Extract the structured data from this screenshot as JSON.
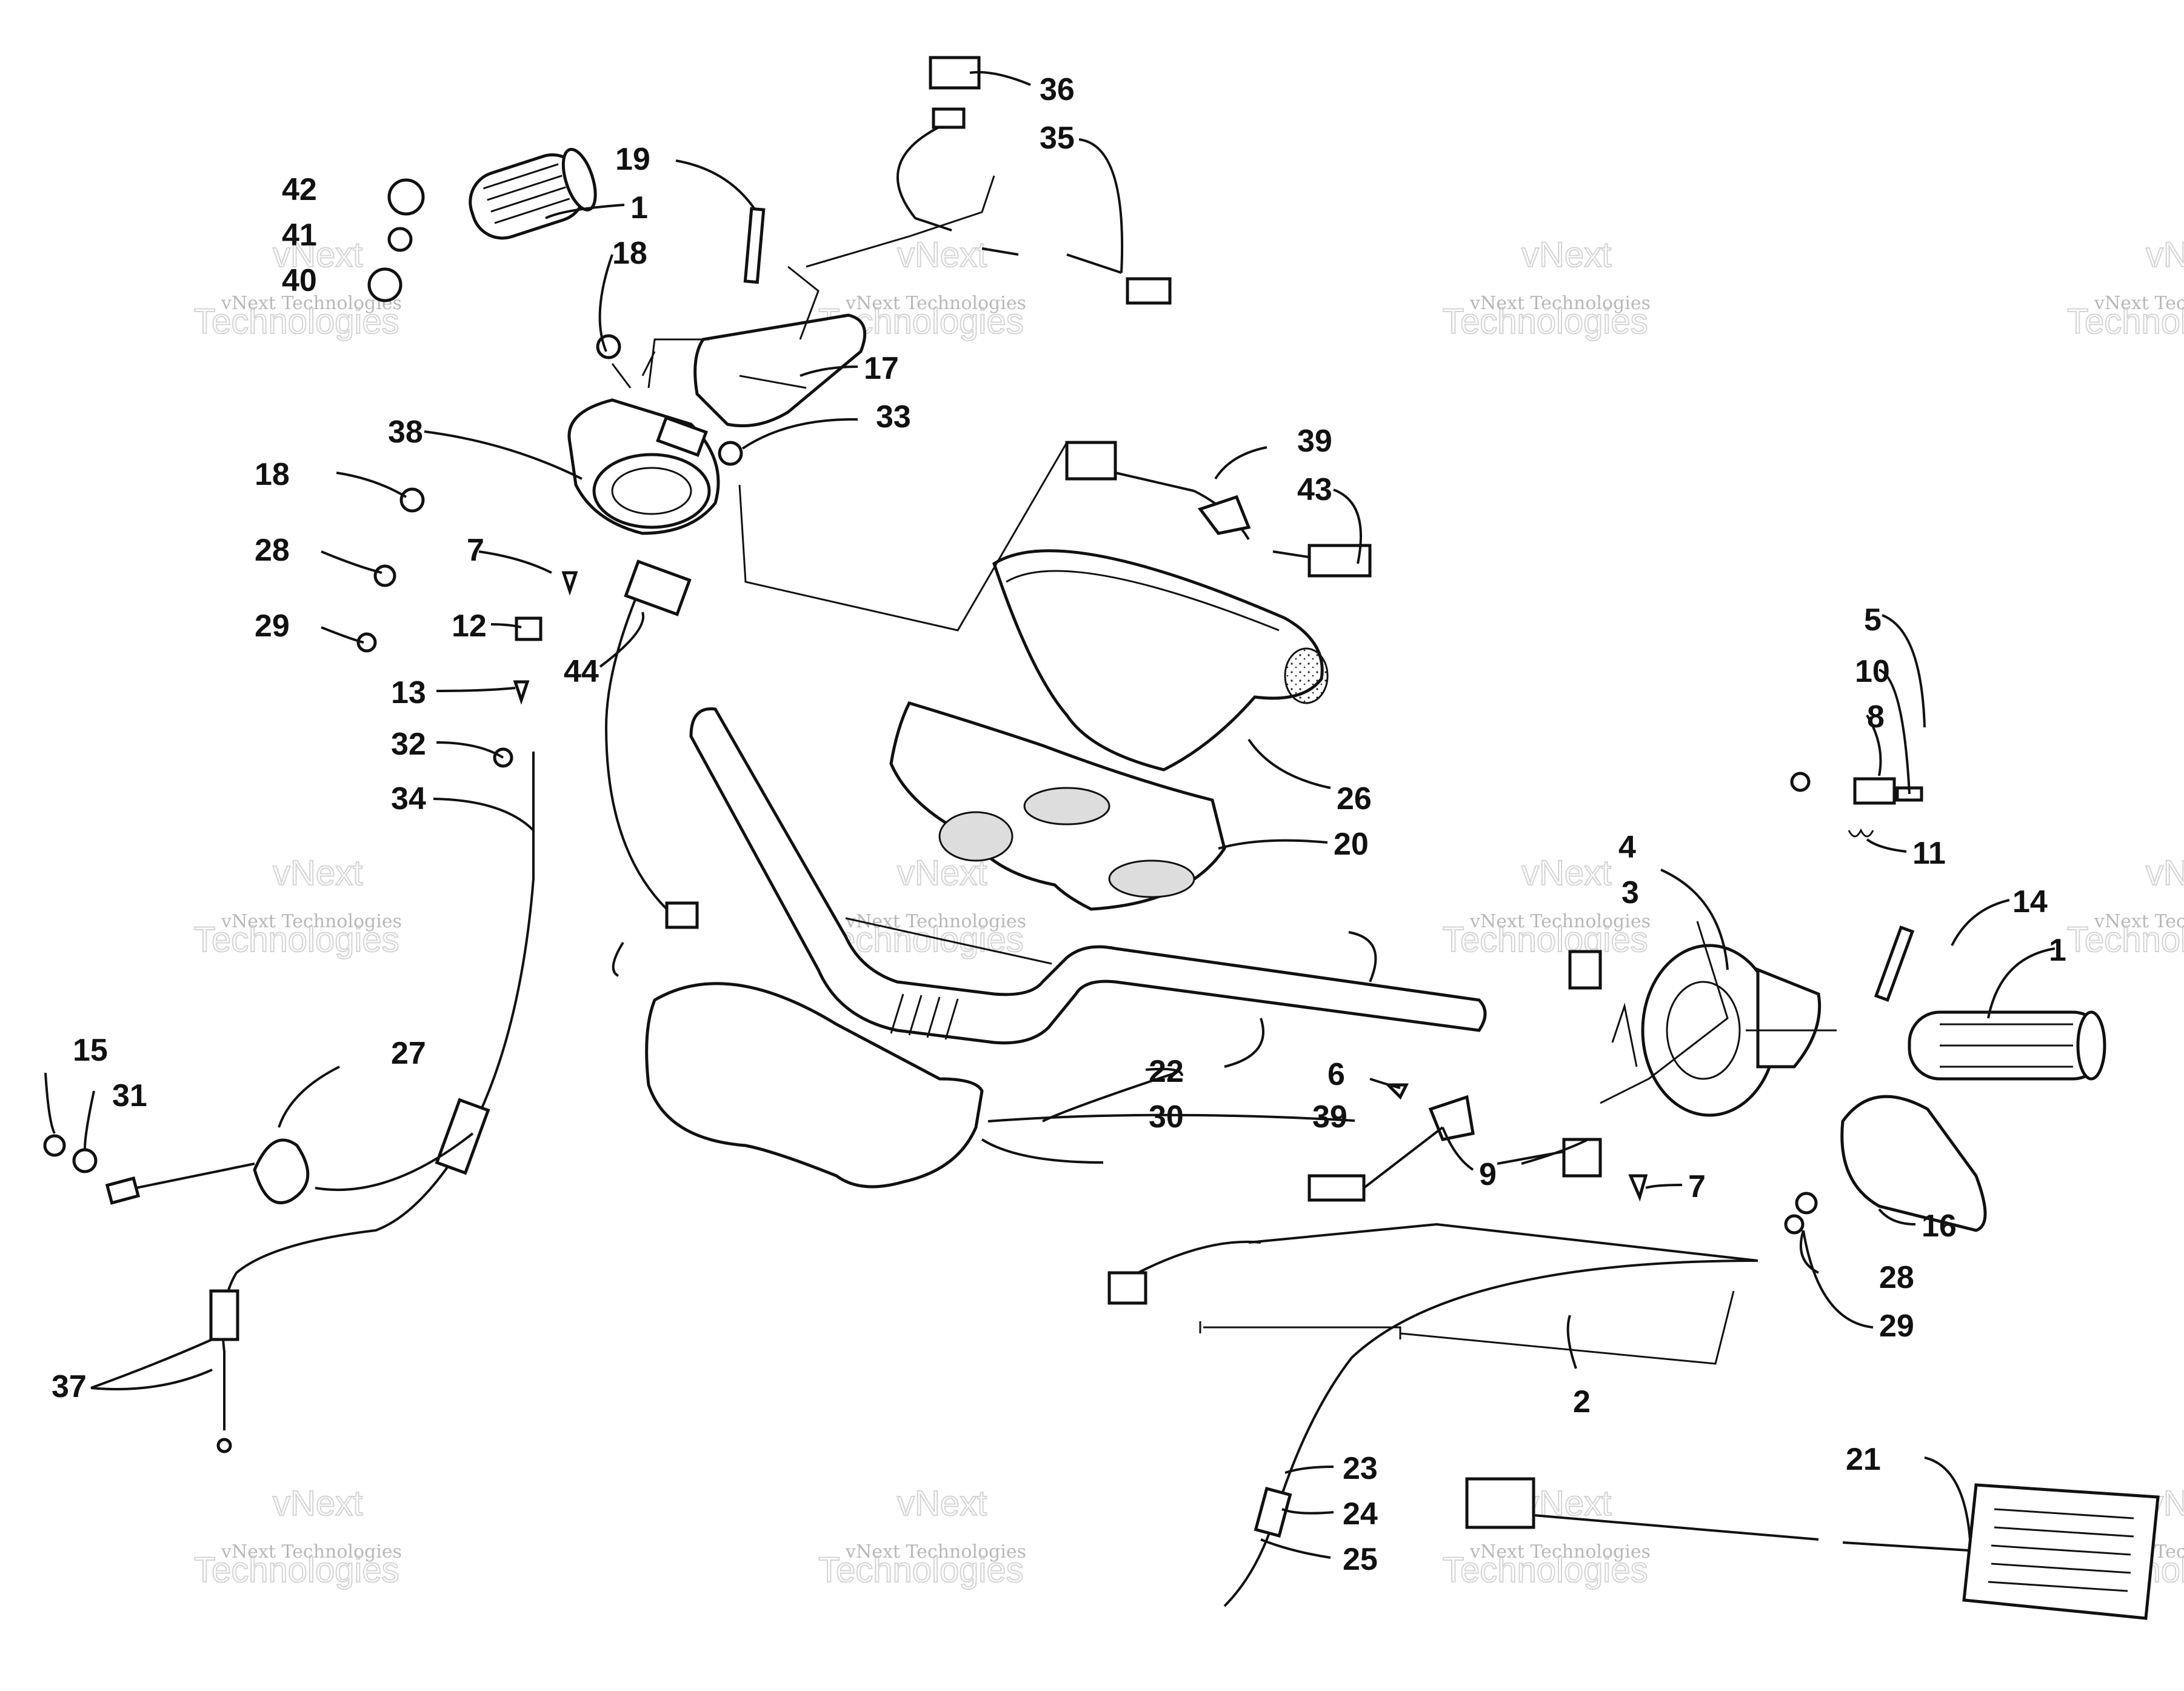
{
  "watermark": {
    "line1": "vNext",
    "line2": "Technologies",
    "full": "vNext Technologies"
  },
  "callouts": [
    "1",
    "1",
    "2",
    "3",
    "4",
    "5",
    "6",
    "7",
    "7",
    "8",
    "9",
    "10",
    "11",
    "12",
    "13",
    "14",
    "15",
    "16",
    "17",
    "18",
    "18",
    "19",
    "20",
    "21",
    "22",
    "23",
    "24",
    "25",
    "26",
    "27",
    "28",
    "28",
    "29",
    "29",
    "30",
    "31",
    "32",
    "33",
    "34",
    "35",
    "36",
    "37",
    "38",
    "39",
    "39",
    "40",
    "41",
    "42",
    "43",
    "44"
  ]
}
